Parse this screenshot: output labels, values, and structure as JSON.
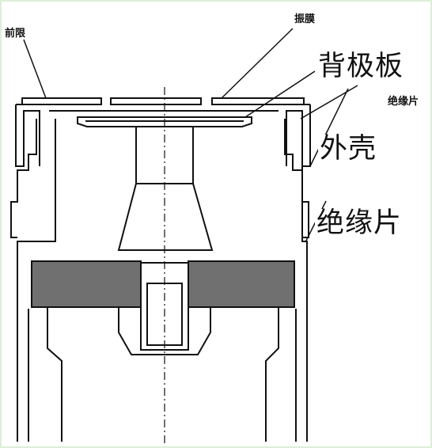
{
  "labels": {
    "front_limit": "前限",
    "diaphragm": "振膜",
    "back_plate": "背极板",
    "insulator_small": "绝缘片",
    "housing": "外壳",
    "insulator_large": "绝缘片"
  },
  "colors": {
    "frame_border": "#dcefd6",
    "line": "#111111",
    "insulator_fill": "#707070"
  }
}
